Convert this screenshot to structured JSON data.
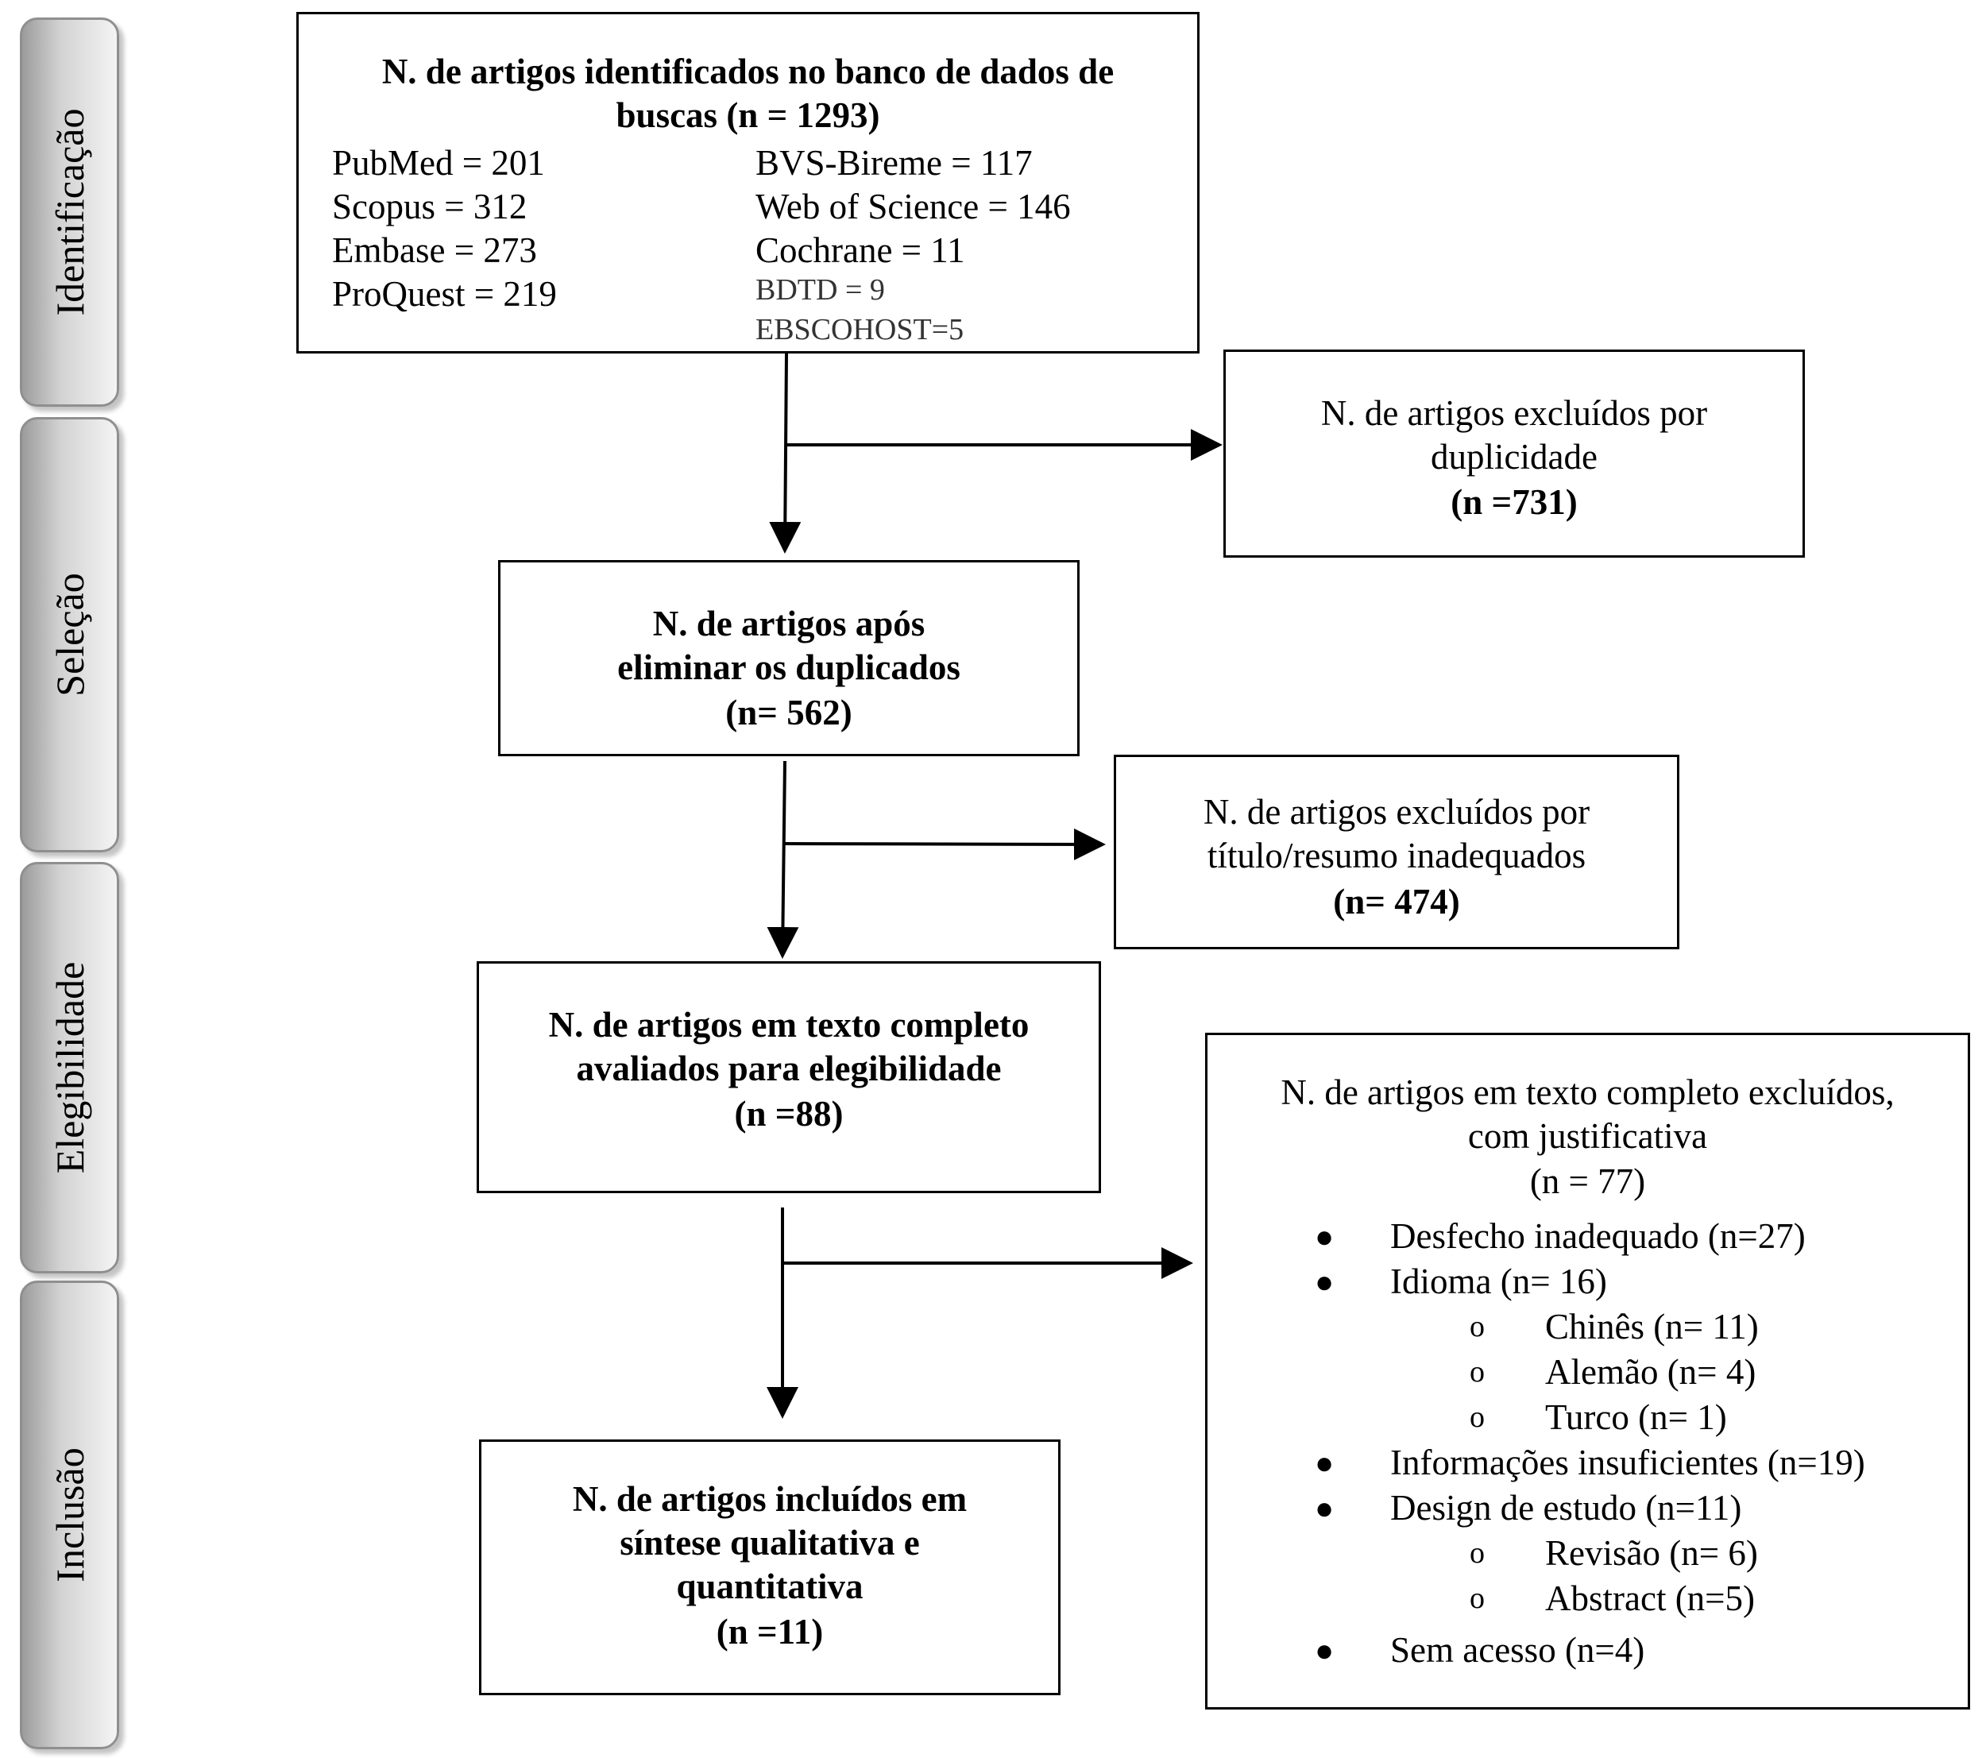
{
  "stages": [
    {
      "label": "Identificação"
    },
    {
      "label": "Seleção"
    },
    {
      "label": "Elegibilidade"
    },
    {
      "label": "Inclusão"
    }
  ],
  "identification": {
    "title_line1": "N. de artigos identificados no banco de dados de",
    "title_line2": "buscas (n = 1293)",
    "sources_left": [
      "PubMed = 201",
      "Scopus = 312",
      "Embase = 273",
      "ProQuest = 219"
    ],
    "sources_right": [
      "BVS-Bireme = 117",
      "Web of Science = 146",
      "Cochrane = 11"
    ],
    "sources_right_small": [
      "BDTD = 9",
      "EBSCOHOST=5"
    ]
  },
  "duplicates_excluded": {
    "line1": "N. de artigos excluídos por",
    "line2": "duplicidade",
    "count": "(n =731)"
  },
  "after_duplicates": {
    "line1": "N. de artigos após",
    "line2": "eliminar os duplicados",
    "count": "(n= 562)"
  },
  "title_excluded": {
    "line1": "N. de artigos excluídos por",
    "line2": "título/resumo inadequados",
    "count": "(n= 474)"
  },
  "eligibility": {
    "line1": "N. de artigos em texto completo",
    "line2": "avaliados para elegibilidade",
    "count": "(n =88)"
  },
  "fulltext_excluded": {
    "line1": "N. de artigos em texto completo excluídos,",
    "line2": "com justificativa",
    "count": "(n = 77)",
    "reasons": [
      {
        "level": 1,
        "marker": "●",
        "text": "Desfecho inadequado (n=27)"
      },
      {
        "level": 1,
        "marker": "●",
        "text": "Idioma (n= 16)"
      },
      {
        "level": 2,
        "marker": "o",
        "text": "Chinês (n= 11)"
      },
      {
        "level": 2,
        "marker": "o",
        "text": "Alemão (n= 4)"
      },
      {
        "level": 2,
        "marker": "o",
        "text": "Turco (n= 1)"
      },
      {
        "level": 1,
        "marker": "●",
        "text": "Informações insuficientes (n=19)"
      },
      {
        "level": 1,
        "marker": "●",
        "text": "Design de estudo (n=11)"
      },
      {
        "level": 2,
        "marker": "o",
        "text": "Revisão (n= 6)"
      },
      {
        "level": 2,
        "marker": "o",
        "text": "Abstract (n=5)"
      },
      {
        "level": 1,
        "marker": "●",
        "text": "Sem acesso (n=4)"
      }
    ]
  },
  "included": {
    "line1": "N. de artigos incluídos em",
    "line2": "síntese qualitativa e",
    "line3": "quantitativa",
    "count": "(n =11)"
  }
}
